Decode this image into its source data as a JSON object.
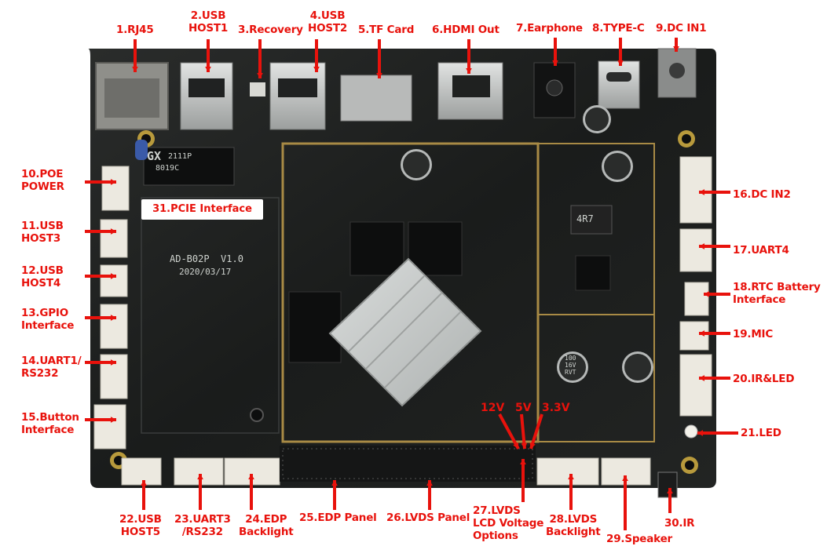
{
  "labels": {
    "l1": "1.RJ45",
    "l2": "2.USB\nHOST1",
    "l3": "3.Recovery",
    "l4": "4.USB\nHOST2",
    "l5": "5.TF Card",
    "l6": "6.HDMI Out",
    "l7": "7.Earphone",
    "l8": "8.TYPE-C",
    "l9": "9.DC IN1",
    "l10": "10.POE\nPOWER",
    "l11": "11.USB\nHOST3",
    "l12": "12.USB\nHOST4",
    "l13": "13.GPIO\nInterface",
    "l14": "14.UART1/\nRS232",
    "l15": "15.Button\nInterface",
    "l16": "16.DC IN2",
    "l17": "17.UART4",
    "l18": "18.RTC Battery\nInterface",
    "l19": "19.MIC",
    "l20": "20.IR&LED",
    "l21": "21.LED",
    "l22": "22.USB\nHOST5",
    "l23": "23.UART3\n/RS232",
    "l24": "24.EDP\nBacklight",
    "l25": "25.EDP Panel",
    "l26": "26.LVDS Panel",
    "l27": "27.LVDS\nLCD Voltage\nOptions",
    "l28": "28.LVDS\nBacklight",
    "l29": "29.Speaker",
    "l30": "30.IR",
    "l31": "31.PCIE Interface"
  },
  "voltages": {
    "v12": "12V",
    "v5": "5V",
    "v33": "3.3V"
  },
  "silkscreen": {
    "model": "AD-B02P  V1.0",
    "date": "2020/03/17",
    "gx": "GX",
    "gx_code": "2111P",
    "gx_code2": "8019C",
    "cap1": "100\n16V\nRVT",
    "inductor": "4R7"
  },
  "colors": {
    "label": "#e8120c",
    "board": "#1b1d1c",
    "heatsink": "#c9cccb",
    "connector": "#ece9e0"
  }
}
